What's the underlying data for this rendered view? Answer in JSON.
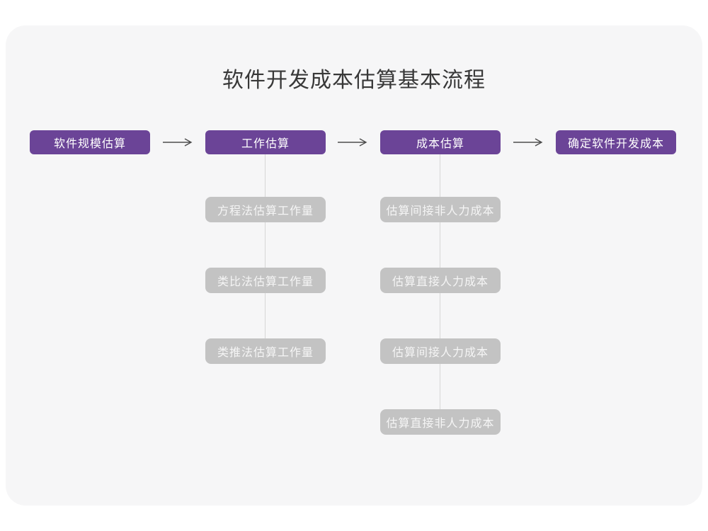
{
  "title": "软件开发成本估算基本流程",
  "colors": {
    "page_bg": "#ffffff",
    "card_bg": "#f6f6f7",
    "node_purple": "#6b4497",
    "node_gray": "#c3c3c3",
    "node_text": "#ffffff",
    "arrow": "#4d4d4d",
    "connector": "#d6d6d6",
    "title_text": "#383838"
  },
  "flow": {
    "main_nodes": [
      {
        "label": "软件规模估算"
      },
      {
        "label": "工作估算"
      },
      {
        "label": "成本估算"
      },
      {
        "label": "确定软件开发成本"
      }
    ],
    "work_sub_nodes": [
      {
        "label": "方程法估算工作量"
      },
      {
        "label": "类比法估算工作量"
      },
      {
        "label": "类推法估算工作量"
      }
    ],
    "cost_sub_nodes": [
      {
        "label": "估算间接非人力成本"
      },
      {
        "label": "估算直接人力成本"
      },
      {
        "label": "估算间接人力成本"
      },
      {
        "label": "估算直接非人力成本"
      }
    ]
  }
}
